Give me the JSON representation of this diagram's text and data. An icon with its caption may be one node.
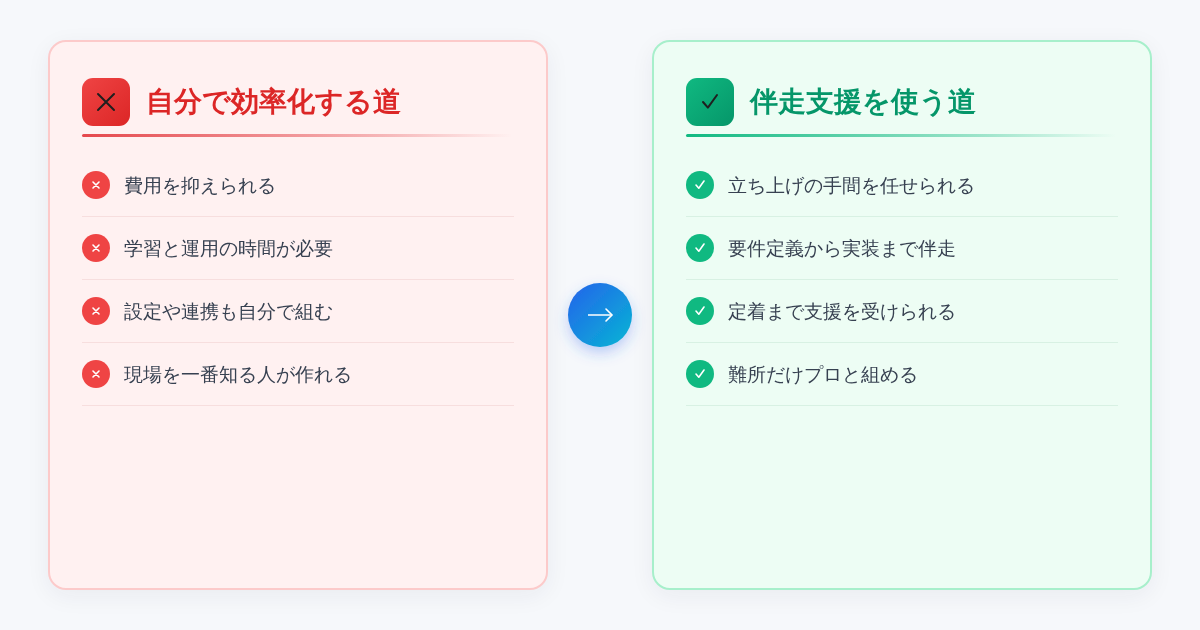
{
  "diagram": {
    "nodes": [
      {
        "text": [
          "自分で効率化する道",
          "費用を抑えられる",
          "学習と運用の時間が必要",
          "設定や連携も自分で組む",
          "現場を一番知る人が作れる"
        ]
      },
      {
        "text": [
          "伴走支援を使う道",
          "立ち上げの手間を任せられる",
          "要件定義から実装まで伴走",
          "定着まで支援を受けられる",
          "難所だけプロと組める"
        ]
      }
    ],
    "edges": [
      {
        "from": 0,
        "to": 1,
        "arrow": "to"
      }
    ]
  }
}
